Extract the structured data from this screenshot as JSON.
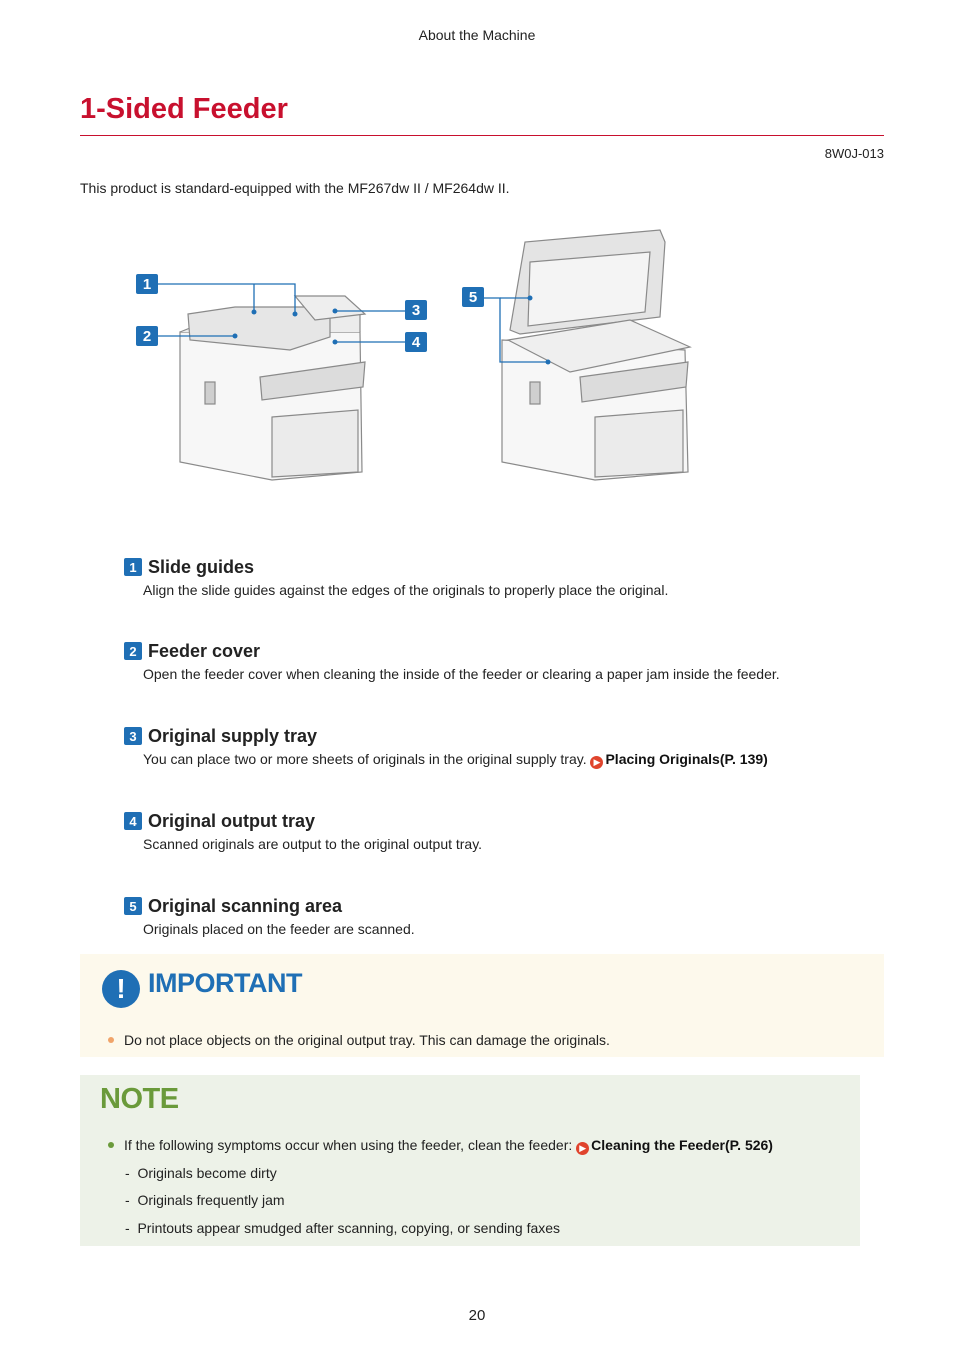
{
  "header": {
    "running_title": "About the Machine"
  },
  "title": "1-Sided Feeder",
  "doc_id": "8W0J-013",
  "intro": "This product is standard-equipped with the MF267dw II / MF264dw II.",
  "figure": {
    "callouts": [
      "1",
      "2",
      "3",
      "4",
      "5"
    ]
  },
  "parts": [
    {
      "num": "1",
      "title": "Slide guides",
      "desc": "Align the slide guides against the edges of the originals to properly place the original.",
      "link": ""
    },
    {
      "num": "2",
      "title": "Feeder cover",
      "desc": "Open the feeder cover when cleaning the inside of the feeder or clearing a paper jam inside the feeder.",
      "link": ""
    },
    {
      "num": "3",
      "title": "Original supply tray",
      "desc": "You can place two or more sheets of originals in the original supply tray.",
      "link": "Placing Originals(P. 139)"
    },
    {
      "num": "4",
      "title": "Original output tray",
      "desc": "Scanned originals are output to the original output tray.",
      "link": ""
    },
    {
      "num": "5",
      "title": "Original scanning area",
      "desc": "Originals placed on the feeder are scanned.",
      "link": ""
    }
  ],
  "important": {
    "label": "IMPORTANT",
    "icon": "exclamation-icon",
    "items": [
      "Do not place objects on the original output tray. This can damage the originals."
    ]
  },
  "note": {
    "label": "NOTE",
    "text": "If the following symptoms occur when using the feeder, clean the feeder:",
    "link": "Cleaning the Feeder(P. 526)",
    "subitems": [
      "Originals become dirty",
      "Originals frequently jam",
      "Printouts appear smudged after scanning, copying, or sending faxes"
    ]
  },
  "page_number": "20",
  "colors": {
    "title_red": "#c8102e",
    "badge_blue": "#1f6fb5",
    "note_green": "#6a9a3a",
    "link_arrow": "#e0442d"
  }
}
